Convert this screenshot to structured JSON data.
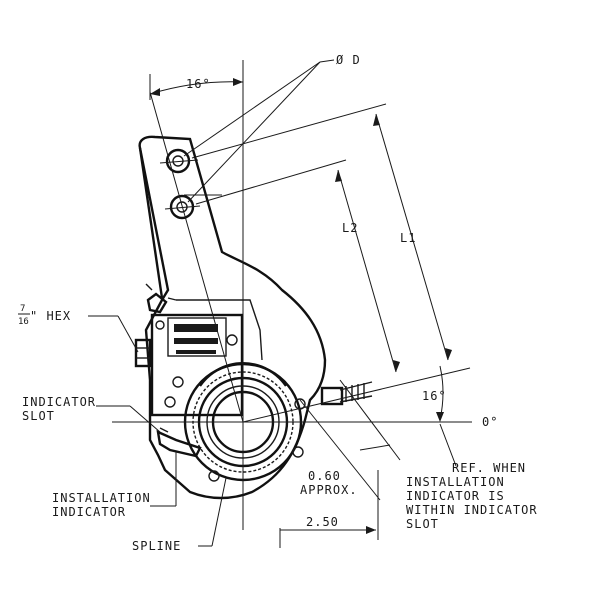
{
  "labels": {
    "diameter_d": "Ø D",
    "top_angle": "16°",
    "l1": "L1",
    "l2": "L2",
    "hex_fraction_num": "7",
    "hex_fraction_den": "16",
    "hex_suffix": "\" HEX",
    "indicator_slot_line1": "INDICATOR",
    "indicator_slot_line2": "SLOT",
    "right_angle": "16°",
    "zero_angle": "0°",
    "offset_value": "0.60",
    "offset_note": "APPROX.",
    "ref_line1": "REF. WHEN",
    "ref_line2": "INSTALLATION",
    "ref_line3": "INDICATOR IS",
    "ref_line4": "WITHIN INDICATOR",
    "ref_line5": "SLOT",
    "installation_line1": "INSTALLATION",
    "installation_line2": "INDICATOR",
    "spline": "SPLINE",
    "dim_250": "2.50"
  }
}
